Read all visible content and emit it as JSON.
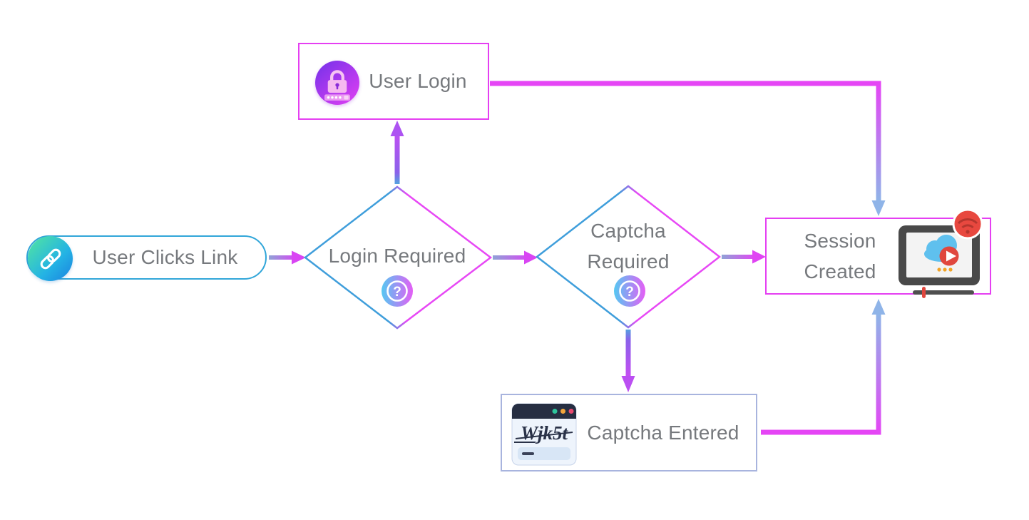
{
  "diagram": {
    "type": "flowchart",
    "nodes": {
      "user_clicks_link": {
        "label": "User Clicks Link",
        "shape": "pill",
        "icon": "link-icon"
      },
      "login_required": {
        "label": "Login Required",
        "shape": "diamond",
        "icon": "question-icon",
        "icon_glyph": "?"
      },
      "user_login": {
        "label": "User Login",
        "shape": "rectangle",
        "icon": "lock-password-icon"
      },
      "captcha_required": {
        "label": "Captcha Required",
        "line1": "Captcha",
        "line2": "Required",
        "shape": "diamond",
        "icon": "question-icon",
        "icon_glyph": "?"
      },
      "session_created": {
        "label": "Session Created",
        "line1": "Session",
        "line2": "Created",
        "shape": "rectangle",
        "icon": "streaming-monitor-icon"
      },
      "captcha_entered": {
        "label": "Captcha Entered",
        "shape": "rectangle",
        "icon": "captcha-browser-icon",
        "captcha_text": "Wjk5t"
      }
    },
    "edges": [
      {
        "from": "user_clicks_link",
        "to": "login_required",
        "route": "straight-right"
      },
      {
        "from": "login_required",
        "to": "user_login",
        "route": "straight-up"
      },
      {
        "from": "login_required",
        "to": "captcha_required",
        "route": "straight-right"
      },
      {
        "from": "user_login",
        "to": "session_created",
        "route": "elbow-right-down"
      },
      {
        "from": "captcha_required",
        "to": "session_created",
        "route": "straight-right"
      },
      {
        "from": "captcha_required",
        "to": "captcha_entered",
        "route": "straight-down"
      },
      {
        "from": "captcha_entered",
        "to": "session_created",
        "route": "elbow-right-up"
      }
    ],
    "colors": {
      "decision_blue": "#3f9edb",
      "magenta": "#e545f5",
      "arrow_slate_blue": "#8fa3d6",
      "arrow_light_blue": "#8fb4e8",
      "arrow_violet": "#9b5cf0",
      "text_gray": "#76797d",
      "start_border_teal": "#31a6d9",
      "captcha_box_border": "#a8b4de"
    }
  }
}
